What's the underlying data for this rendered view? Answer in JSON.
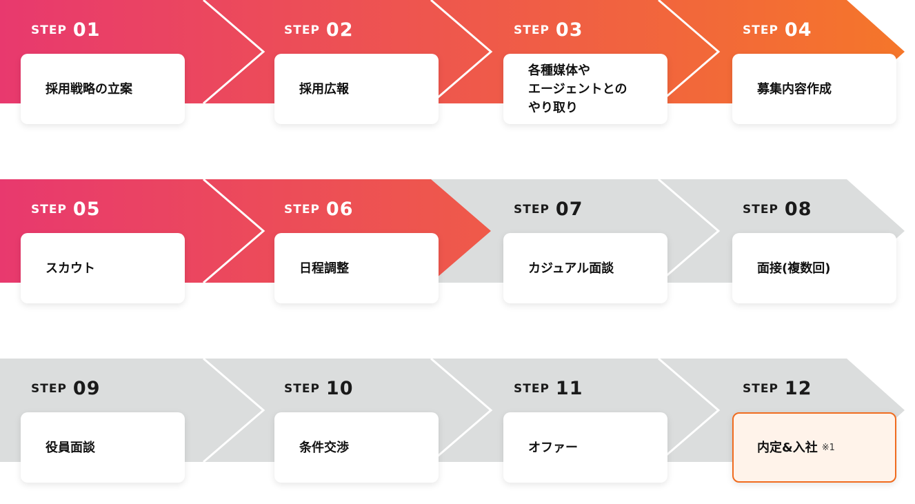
{
  "colors": {
    "gradient_start": "#e8396e",
    "gradient_end": "#f5762a",
    "inactive_band": "#dbdddd",
    "final_card_border": "#f06b1e",
    "final_card_fill": "#fff3ea"
  },
  "step_word": "STEP",
  "steps": [
    {
      "num": "01",
      "label": "採用戦略の立案",
      "active": true
    },
    {
      "num": "02",
      "label": "採用広報",
      "active": true
    },
    {
      "num": "03",
      "label": "各種媒体や\nエージェントとの\nやり取り",
      "active": true
    },
    {
      "num": "04",
      "label": "募集内容作成",
      "active": true
    },
    {
      "num": "05",
      "label": "スカウト",
      "active": true
    },
    {
      "num": "06",
      "label": "日程調整",
      "active": true
    },
    {
      "num": "07",
      "label": "カジュアル面談",
      "active": false
    },
    {
      "num": "08",
      "label": "面接(複数回)",
      "active": false
    },
    {
      "num": "09",
      "label": "役員面談",
      "active": false
    },
    {
      "num": "10",
      "label": "条件交渉",
      "active": false
    },
    {
      "num": "11",
      "label": "オファー",
      "active": false
    },
    {
      "num": "12",
      "label": "内定&入社",
      "active": false,
      "note": "※1"
    }
  ]
}
